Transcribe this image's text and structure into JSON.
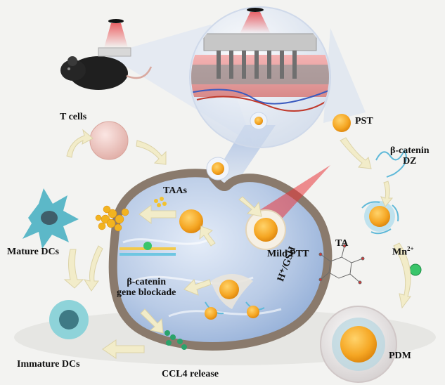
{
  "labels": {
    "t_cells": "T cells",
    "pst": "PST",
    "beta_catenin": "β-catenin",
    "dz": "DZ",
    "taas": "TAAs",
    "mature_dcs": "Mature DCs",
    "mild_ptt": "Mild PTT",
    "ta": "TA",
    "mn": "Mn",
    "mn_sup": "2+",
    "gene_blockade_1": "β-catenin",
    "gene_blockade_2": "gene blockade",
    "h_gsh": "H⁺/GSH",
    "immature_dcs": "Immature DCs",
    "ccl4": "CCL4 release",
    "pdm": "PDM"
  },
  "colors": {
    "background": "#f3f3f1",
    "cell_membrane": "#8a7a6c",
    "cytoplasm": "#b9cbe6",
    "nanoparticle": "#f5a623",
    "dz_strand": "#5fb9d9",
    "mn_ion": "#39c56a",
    "laser": "#e8353a",
    "dc_cyan": "#5cb8c8",
    "arrow": "#f2ecc9"
  }
}
